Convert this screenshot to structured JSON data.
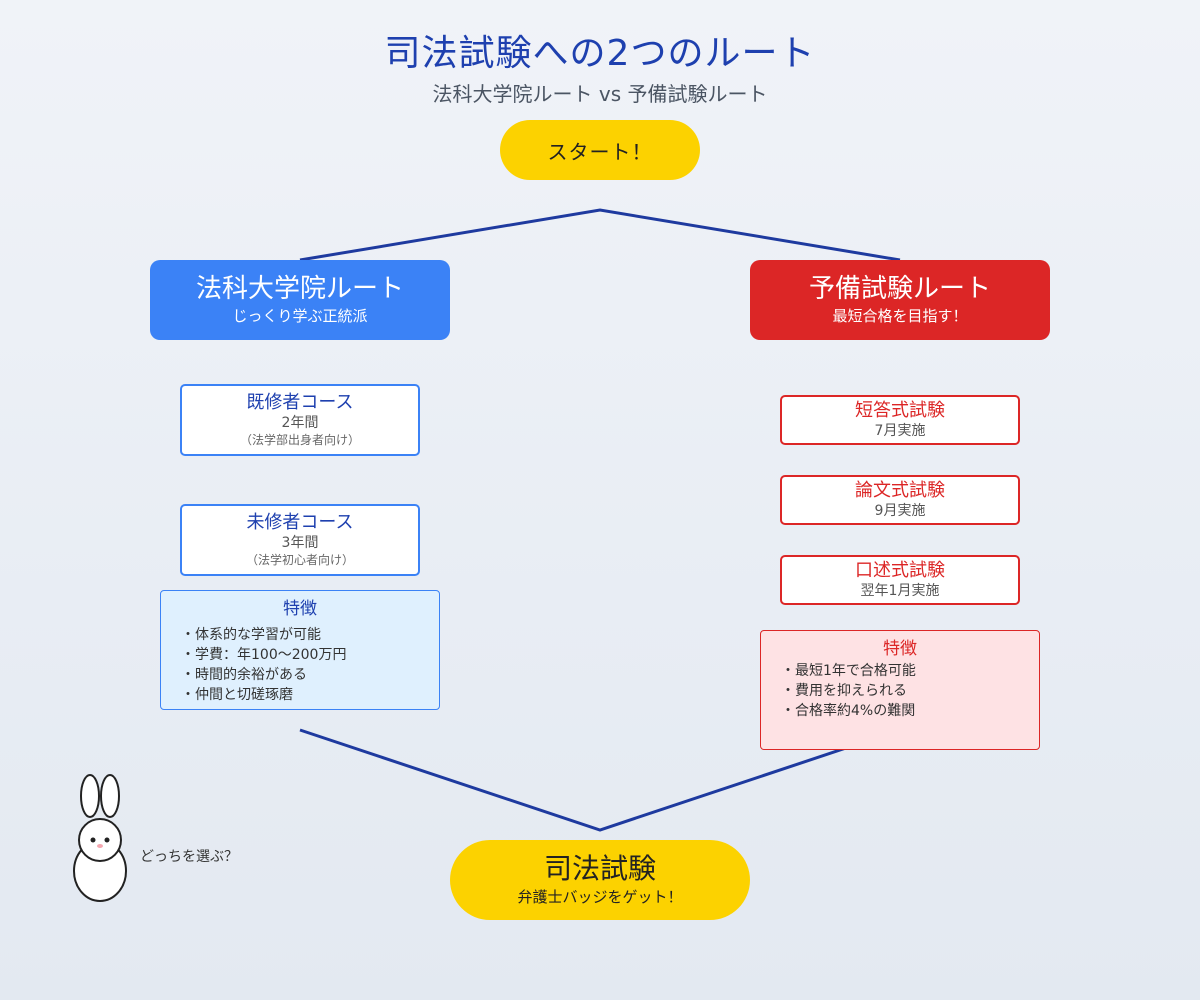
{
  "title": "司法試験への2つのルート",
  "subtitle": "法科大学院ルート vs 予備試験ルート",
  "start": {
    "label": "スタート！"
  },
  "law_school_route": {
    "title": "法科大学院ルート",
    "subtitle": "じっくり学ぶ正統派",
    "courses": [
      {
        "title": "既修者コース",
        "duration": "2年間",
        "note": "（法学部出身者向け）"
      },
      {
        "title": "未修者コース",
        "duration": "3年間",
        "note": "（法学初心者向け）"
      }
    ],
    "features": {
      "title": "特徴",
      "items": [
        "体系的な学習が可能",
        "学費：年100〜200万円",
        "時間的余裕がある",
        "仲間と切磋琢磨"
      ]
    }
  },
  "preliminary_route": {
    "title": "予備試験ルート",
    "subtitle": "最短合格を目指す！",
    "exams": [
      {
        "title": "短答式試験",
        "timing": "7月実施"
      },
      {
        "title": "論文式試験",
        "timing": "9月実施"
      },
      {
        "title": "口述式試験",
        "timing": "翌年1月実施"
      }
    ],
    "features": {
      "title": "特徴",
      "items": [
        "最短1年で合格可能",
        "費用を抑えられる",
        "合格率約4%の難関"
      ]
    }
  },
  "goal": {
    "title": "司法試験",
    "subtitle": "弁護士バッジをゲット！"
  },
  "mascot": {
    "speech": "どっちを選ぶ？"
  },
  "colors": {
    "title": "#1e40af",
    "law_school": "#3b82f6",
    "preliminary": "#dc2626",
    "highlight": "#fcd200",
    "connector": "#1e3a9f"
  }
}
